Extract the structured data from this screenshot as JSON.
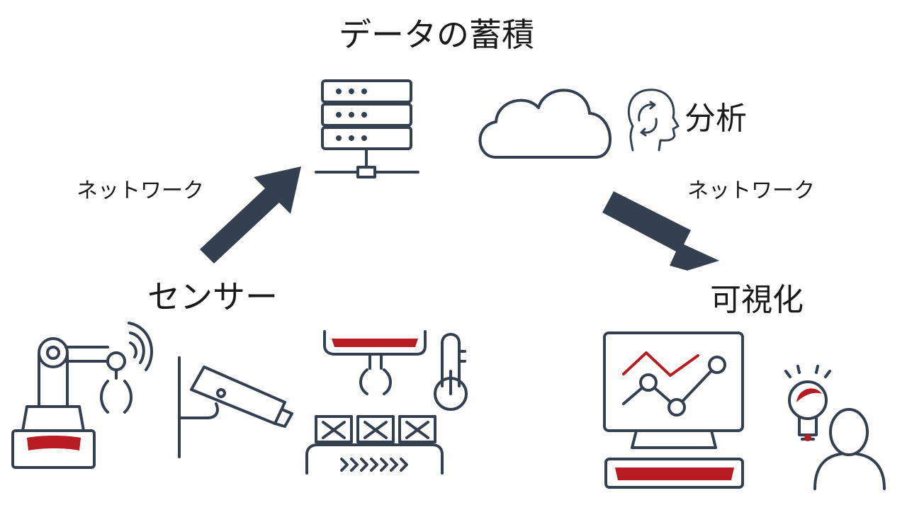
{
  "title": "データの蓄積",
  "analysis_label": "分析",
  "network_label_left": "ネットワーク",
  "network_label_right": "ネットワーク",
  "sensor_label": "センサー",
  "visualization_label": "可視化",
  "colors": {
    "stroke": "#34404f",
    "accent": "#b71c23",
    "arrow": "#34404f",
    "text": "#1a1a1a"
  }
}
